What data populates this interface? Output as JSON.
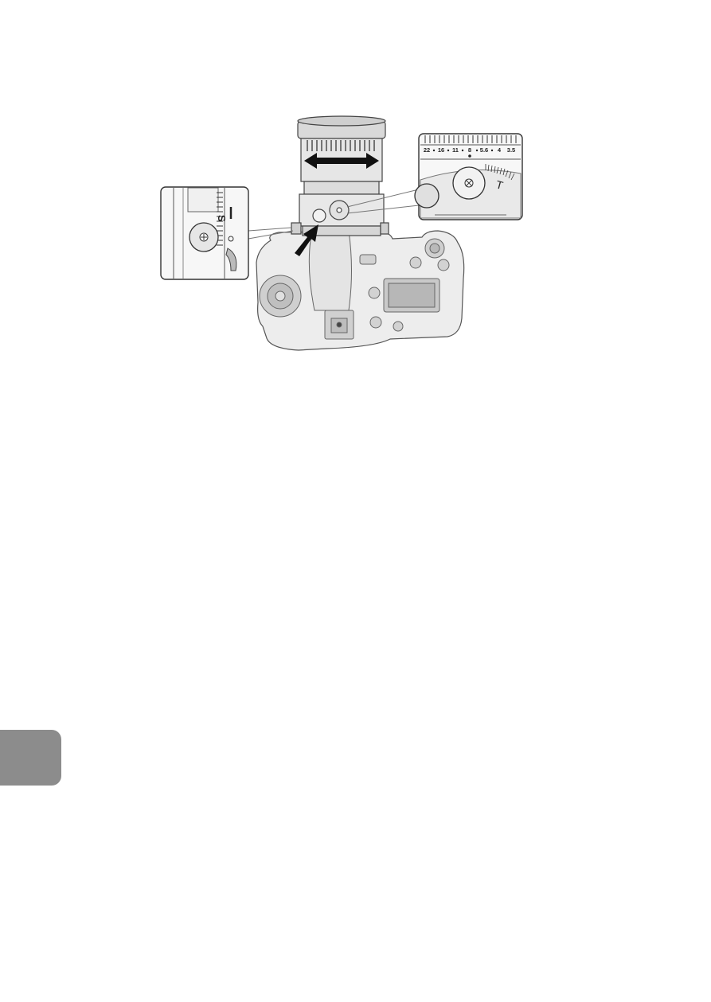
{
  "figure": {
    "aperture_scale": [
      "22",
      "16",
      "11",
      "8",
      "5.6",
      "4",
      "3.5"
    ],
    "shift_scale_letter": "S",
    "tilt_scale_letter": "T"
  },
  "side_tab": {
    "color": "#8c8c8c"
  }
}
